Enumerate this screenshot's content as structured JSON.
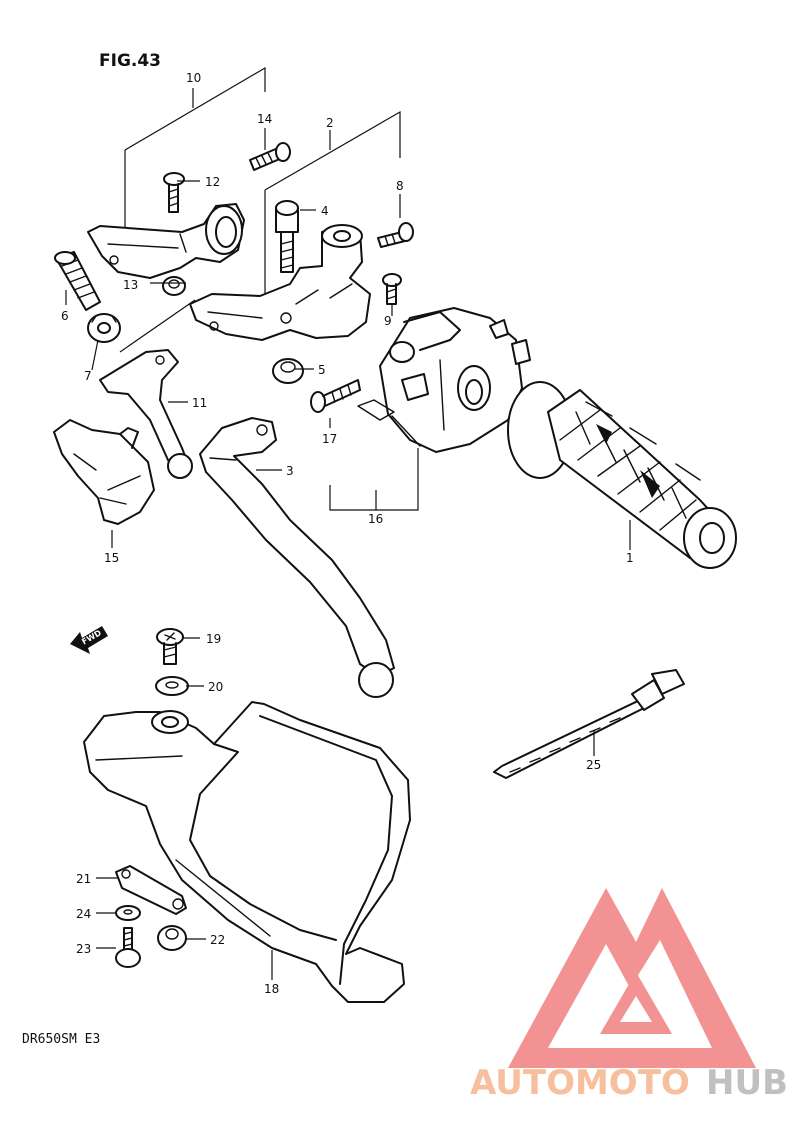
{
  "figure": {
    "title": "FIG.43",
    "model_code": "DR650SM  E3",
    "direction_tag": "FWD"
  },
  "callouts": [
    "1",
    "2",
    "3",
    "4",
    "5",
    "6",
    "7",
    "8",
    "9",
    "10",
    "11",
    "12",
    "13",
    "14",
    "15",
    "16",
    "17",
    "18",
    "19",
    "20",
    "21",
    "22",
    "23",
    "24",
    "25"
  ],
  "watermark": {
    "part_a": "AUTOMOTO",
    "part_b": "HUB",
    "color_triangle": "#f28080",
    "color_text_a": "#f6b48c",
    "color_text_b": "#b6b6b6"
  }
}
